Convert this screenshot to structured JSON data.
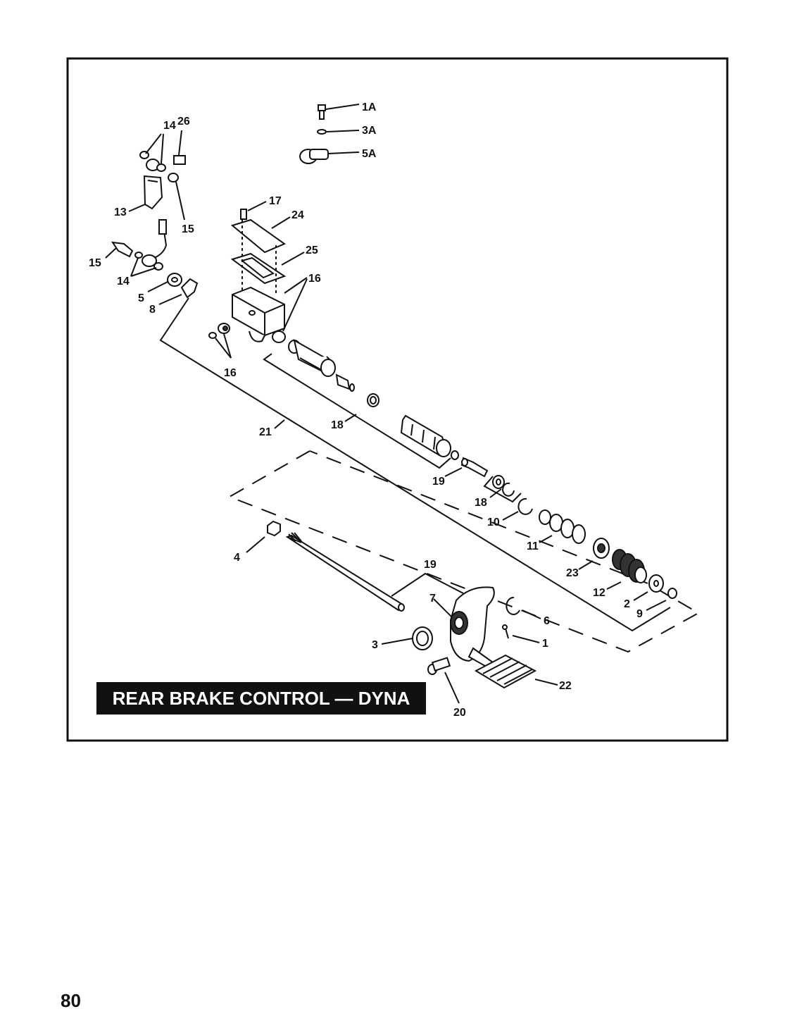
{
  "diagram": {
    "title": "REAR BRAKE CONTROL — DYNA",
    "page_number": "80",
    "callouts": [
      {
        "id": "c1a",
        "text": "1A"
      },
      {
        "id": "c3a",
        "text": "3A"
      },
      {
        "id": "c5a",
        "text": "5A"
      },
      {
        "id": "c14a",
        "text": "14"
      },
      {
        "id": "c26",
        "text": "26"
      },
      {
        "id": "c13",
        "text": "13"
      },
      {
        "id": "c15a",
        "text": "15"
      },
      {
        "id": "c15b",
        "text": "15"
      },
      {
        "id": "c14b",
        "text": "14"
      },
      {
        "id": "c5",
        "text": "5"
      },
      {
        "id": "c8",
        "text": "8"
      },
      {
        "id": "c17",
        "text": "17"
      },
      {
        "id": "c24",
        "text": "24"
      },
      {
        "id": "c25",
        "text": "25"
      },
      {
        "id": "c16a",
        "text": "16"
      },
      {
        "id": "c16b",
        "text": "16"
      },
      {
        "id": "c21",
        "text": "21"
      },
      {
        "id": "c18a",
        "text": "18"
      },
      {
        "id": "c19a",
        "text": "19"
      },
      {
        "id": "c18b",
        "text": "18"
      },
      {
        "id": "c10",
        "text": "10"
      },
      {
        "id": "c11",
        "text": "11"
      },
      {
        "id": "c23",
        "text": "23"
      },
      {
        "id": "c12",
        "text": "12"
      },
      {
        "id": "c2",
        "text": "2"
      },
      {
        "id": "c9",
        "text": "9"
      },
      {
        "id": "c4",
        "text": "4"
      },
      {
        "id": "c19b",
        "text": "19"
      },
      {
        "id": "c7",
        "text": "7"
      },
      {
        "id": "c6",
        "text": "6"
      },
      {
        "id": "c1",
        "text": "1"
      },
      {
        "id": "c3",
        "text": "3"
      },
      {
        "id": "c22",
        "text": "22"
      },
      {
        "id": "c20",
        "text": "20"
      }
    ]
  }
}
